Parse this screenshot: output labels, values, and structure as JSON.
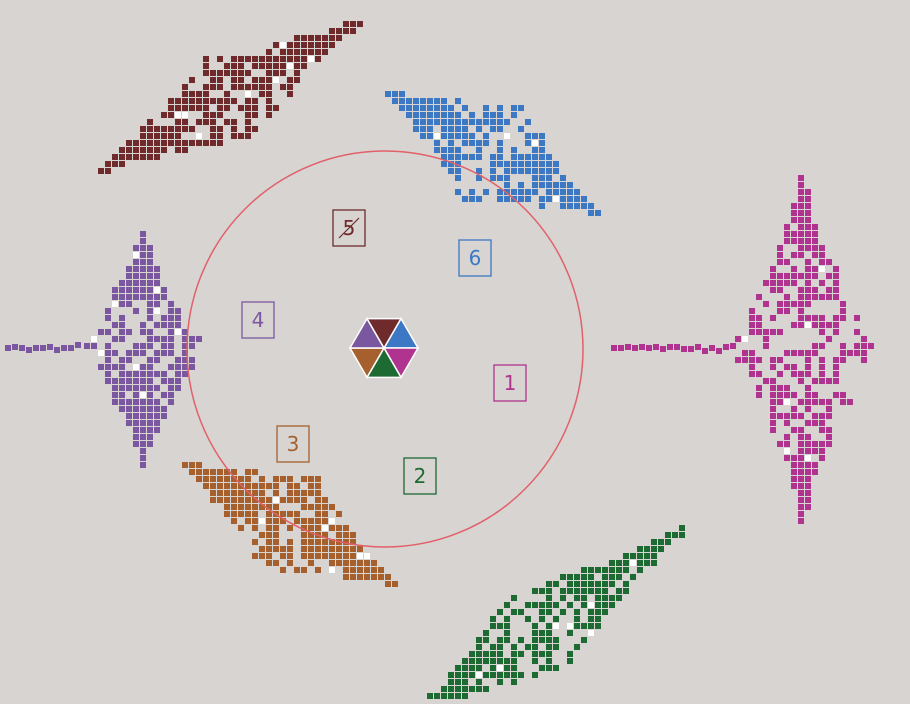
{
  "background": "#d7d4d2",
  "ring": {
    "color": "#e2606a"
  },
  "clusters": [
    {
      "id": "1",
      "label": "1",
      "color": "#b0338f"
    },
    {
      "id": "2",
      "label": "2",
      "color": "#1d6a32"
    },
    {
      "id": "3",
      "label": "3",
      "color": "#a6602d"
    },
    {
      "id": "4",
      "label": "4",
      "color": "#7b57a0"
    },
    {
      "id": "5",
      "label": "5",
      "color": "#6f2b2c"
    },
    {
      "id": "6",
      "label": "6",
      "color": "#3c78c4"
    }
  ],
  "hexagon": {
    "name": "color-key-hexagon",
    "segment_colors": [
      "#3c78c4",
      "#b0338f",
      "#1d6a32",
      "#a6602d",
      "#7b57a0",
      "#6f2b2c"
    ]
  }
}
